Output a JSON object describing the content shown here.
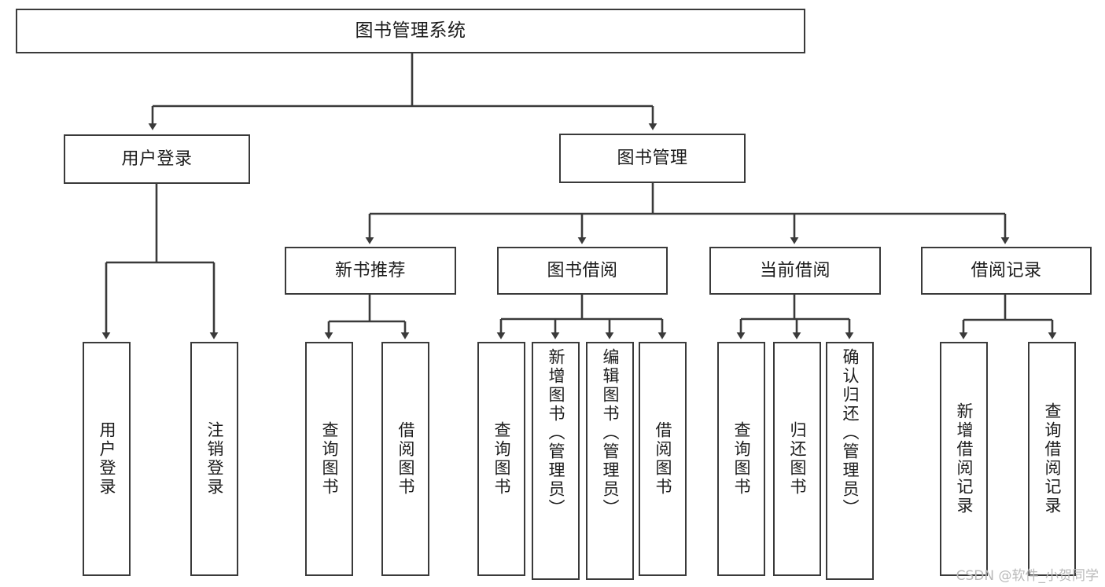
{
  "diagram": {
    "title": "图书管理系统",
    "type": "tree-hierarchy-chart",
    "watermark": "CSDN @软件_小贺同学",
    "colors": {
      "border": "#3a3a3a",
      "background": "#ffffff",
      "text": "#1c1c1c",
      "edge": "#3a3a3a",
      "watermark": "#b9b9b9"
    }
  },
  "nodes": {
    "root": {
      "label": "图书管理系统"
    },
    "level2": [
      {
        "label": "用户登录"
      },
      {
        "label": "图书管理"
      }
    ],
    "level3": [
      {
        "label": "新书推荐"
      },
      {
        "label": "图书借阅"
      },
      {
        "label": "当前借阅"
      },
      {
        "label": "借阅记录"
      }
    ],
    "leaves": {
      "user_login": [
        {
          "label": "用户登录"
        },
        {
          "label": "注销登录"
        }
      ],
      "new_book_recommend": [
        {
          "label": "查询图书"
        },
        {
          "label": "借阅图书"
        }
      ],
      "book_borrow": [
        {
          "label": "查询图书"
        },
        {
          "label": "新增图书（管理员）"
        },
        {
          "label": "编辑图书（管理员）"
        },
        {
          "label": "借阅图书"
        }
      ],
      "current_borrow": [
        {
          "label": "查询图书"
        },
        {
          "label": "归还图书"
        },
        {
          "label": "确认归还（管理员）"
        }
      ],
      "borrow_record": [
        {
          "label": "新增借阅记录"
        },
        {
          "label": "查询借阅记录"
        }
      ]
    }
  }
}
